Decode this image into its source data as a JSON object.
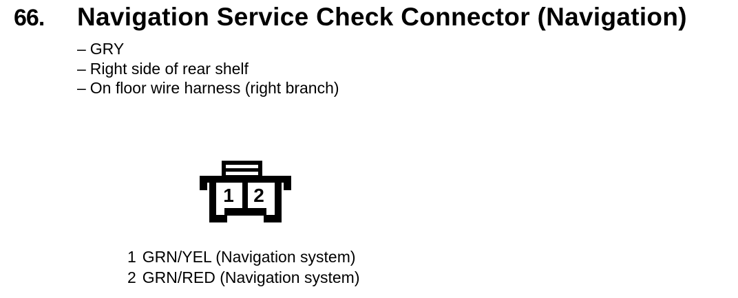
{
  "document": {
    "item_number": "66.",
    "title": "Navigation Service Check Connector (Navigation)",
    "bullet_prefix": "–",
    "details": [
      "GRY",
      "Right side of rear shelf",
      "On floor wire harness (right branch)"
    ],
    "connector": {
      "type": "2-pin connector front view",
      "pins": [
        "1",
        "2"
      ]
    },
    "legend": [
      {
        "pin": "1",
        "wire": "GRN/YEL (Navigation system)"
      },
      {
        "pin": "2",
        "wire": "GRN/RED (Navigation system)"
      }
    ],
    "colors": {
      "ink": "#000000",
      "background": "#ffffff"
    }
  }
}
